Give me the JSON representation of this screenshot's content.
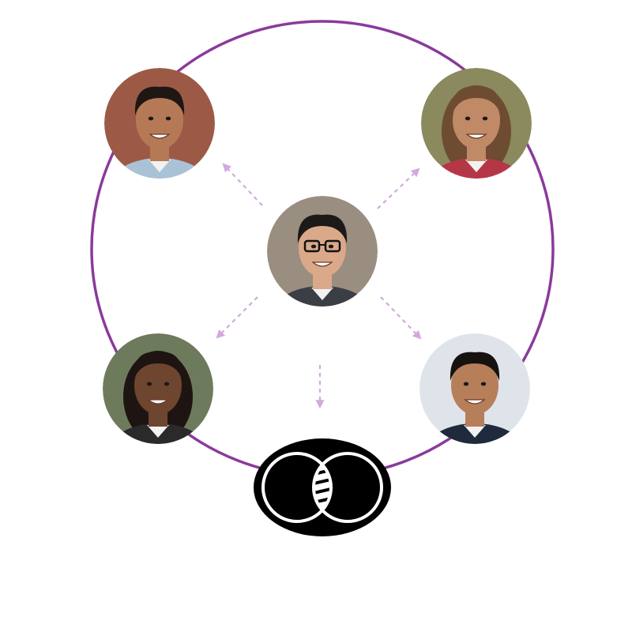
{
  "colors": {
    "ring": "#8a3a9c",
    "arrow": "#d3a8de",
    "badge": "#000000",
    "badge_mark": "#ffffff"
  },
  "icons": {
    "center": "person-with-glasses-avatar-icon",
    "badge": "overlapping-circles-intersection-icon",
    "arrow": "dashed-arrow-icon"
  },
  "people": [
    {
      "id": "center",
      "role": "hub",
      "skin": "#d9a98a",
      "hair": "#1c1a19",
      "top": "#3b3f45",
      "bg": "#9a8e80",
      "glasses": true
    },
    {
      "id": "top-left",
      "role": "node",
      "skin": "#b57a55",
      "hair": "#1e1714",
      "top": "#a9c2d6",
      "bg": "#9c5a46",
      "glasses": false
    },
    {
      "id": "top-right",
      "role": "node",
      "skin": "#c08a66",
      "hair": "#6e4c32",
      "top": "#b53747",
      "bg": "#8a8a5e",
      "glasses": false
    },
    {
      "id": "bottom-left",
      "role": "node",
      "skin": "#6e4630",
      "hair": "#1e1512",
      "top": "#2a2a2a",
      "bg": "#6e7a5c",
      "glasses": false
    },
    {
      "id": "bottom-right",
      "role": "node",
      "skin": "#b77e5a",
      "hair": "#161210",
      "top": "#1f2a3d",
      "bg": "#dfe4ea",
      "glasses": false
    }
  ]
}
